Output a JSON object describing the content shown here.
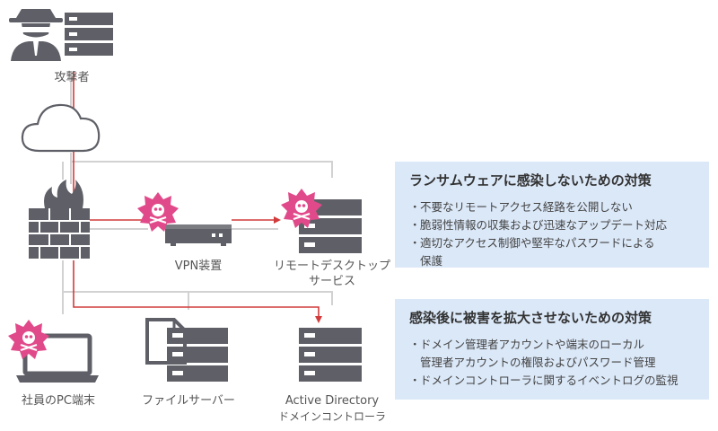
{
  "labels": {
    "attacker": "攻撃者",
    "vpn": "VPN装置",
    "rdp_line1": "リモートデスクトップ",
    "rdp_line2": "サービス",
    "pc": "社員のPC端末",
    "fileserver": "ファイルサーバー",
    "ad_line1": "Active Directory",
    "ad_line2": "ドメインコントローラ"
  },
  "box1": {
    "title": "ランサムウェアに感染しないための対策",
    "bullet": "・",
    "items": [
      "不要なリモートアクセス経路を公開しない",
      "脆弱性情報の収集および迅速なアップデート対応"
    ],
    "item3_line1": "適切なアクセス制御や堅牢なパスワードによる",
    "item3_line2": "保護"
  },
  "box2": {
    "title": "感染後に被害を拡大させないための対策",
    "bullet": "・",
    "item1_line1": "ドメイン管理者アカウントや端末のローカル",
    "item1_line2": "管理者アカウントの権限およびパスワード管理",
    "item2": "ドメインコントローラに関するイベントログの監視"
  },
  "colors": {
    "icon": "#5f6067",
    "line": "#d0d0d0",
    "attack": "#d23b3b",
    "box": "#dbe8f8",
    "virus": "#e14a8a"
  },
  "icons": [
    "attacker-icon",
    "server-icon",
    "cloud-icon",
    "firewall-icon",
    "fire-icon",
    "vpn-device-icon",
    "virus-icon",
    "laptop-icon",
    "document-icon"
  ]
}
